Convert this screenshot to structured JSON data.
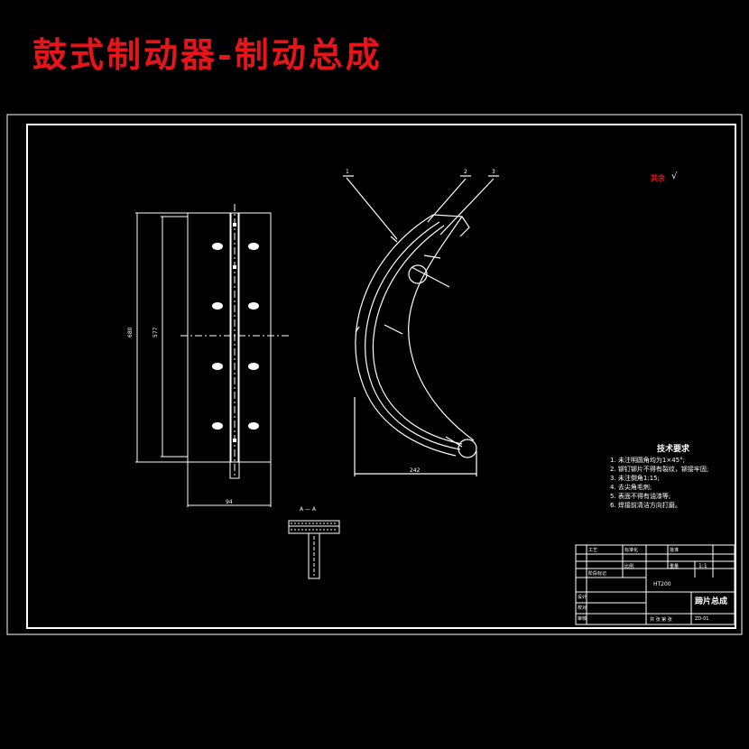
{
  "header": {
    "title": "鼓式制动器-制动总成"
  },
  "drawing": {
    "part_balloons": [
      "1",
      "2",
      "3"
    ],
    "dimensions": {
      "lining_height_outer": "680",
      "lining_height_inner": "577",
      "lining_width": "94",
      "arc_chord": "242"
    },
    "section_label": "A — A",
    "roughness": {
      "label": "其余",
      "symbol": "√"
    }
  },
  "technical_requirements": {
    "heading": "技术要求",
    "items": [
      "1. 未注明圆角均为1×45°;",
      "2. 铆钉铆片不得有裂纹，铆接牢固;",
      "3. 未注倒角1:15;",
      "4. 去尖角毛刺;",
      "5. 表面不得有油漆等;",
      "6. 焊接前清洁方向打磨。"
    ]
  },
  "title_block": {
    "drawing_name": "蹄片总成",
    "material_code": "HT200",
    "scale": "1:1",
    "sheet": "共 张 第 张",
    "drawing_number": "ZD-01",
    "cells": [
      "设计",
      "校对",
      "审核",
      "工艺",
      "标准化",
      "批准",
      "比例",
      "重量",
      "阶段标记"
    ]
  },
  "colors": {
    "line": "#ffffff",
    "accent": "#e8141a",
    "background": "#000000"
  }
}
